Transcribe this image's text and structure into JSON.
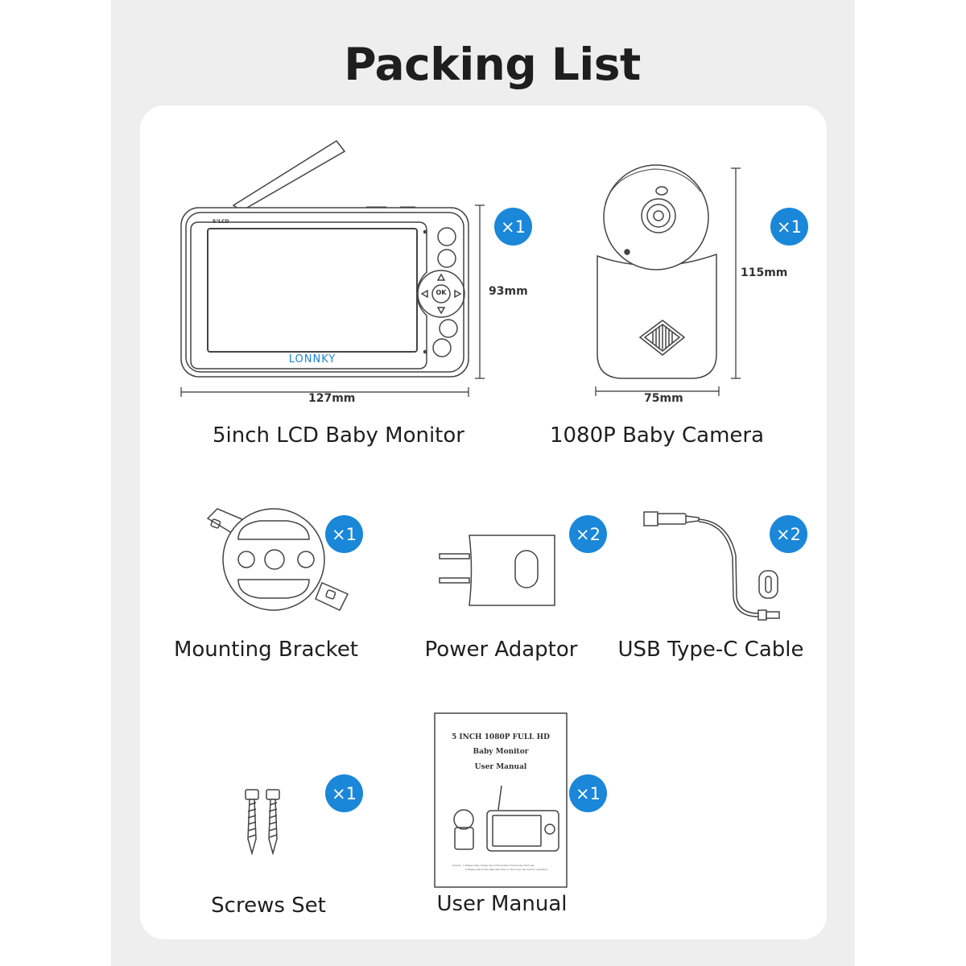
{
  "title": "Packing List",
  "accent_color": "#1a87d9",
  "items": [
    {
      "name": "5inch LCD Baby Monitor",
      "qty": "×1"
    },
    {
      "name": "1080P Baby Camera",
      "qty": "×1"
    },
    {
      "name": "Mounting Bracket",
      "qty": "×1"
    },
    {
      "name": "Power Adaptor",
      "qty": "×2"
    },
    {
      "name": "USB Type-C Cable",
      "qty": "×2"
    },
    {
      "name": "Screws Set",
      "qty": "×1"
    },
    {
      "name": "User Manual",
      "qty": "×1"
    }
  ],
  "monitor": {
    "width_label": "127mm",
    "height_label": "93mm",
    "screen_tag": "5\"LCD",
    "brand": "LONNKY",
    "ok_label": "OK"
  },
  "camera": {
    "width_label": "75mm",
    "height_label": "115mm"
  },
  "manual": {
    "line1": "5 INCH 1080P FULL HD",
    "line2": "Baby Monitor",
    "line3": "User Manual",
    "notice1": "Notice：1.Please fully charge the LCD monitor before the first use.",
    "notice2": "2.Please adjust the date and time to the local one before operation."
  }
}
